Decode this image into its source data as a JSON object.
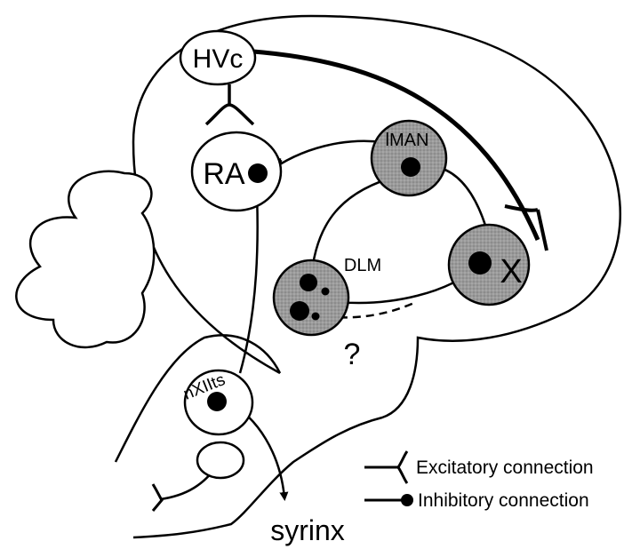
{
  "nuclei": {
    "hvc": "HVc",
    "ra": "RA",
    "lman": "lMAN",
    "dlm": "DLM",
    "x": "X",
    "nxiits": "nXIIts"
  },
  "unknown_marker": "?",
  "output": "syrinx",
  "legend": {
    "excitatory": "Excitatory connection",
    "inhibitory": "Inhibitory connection"
  }
}
